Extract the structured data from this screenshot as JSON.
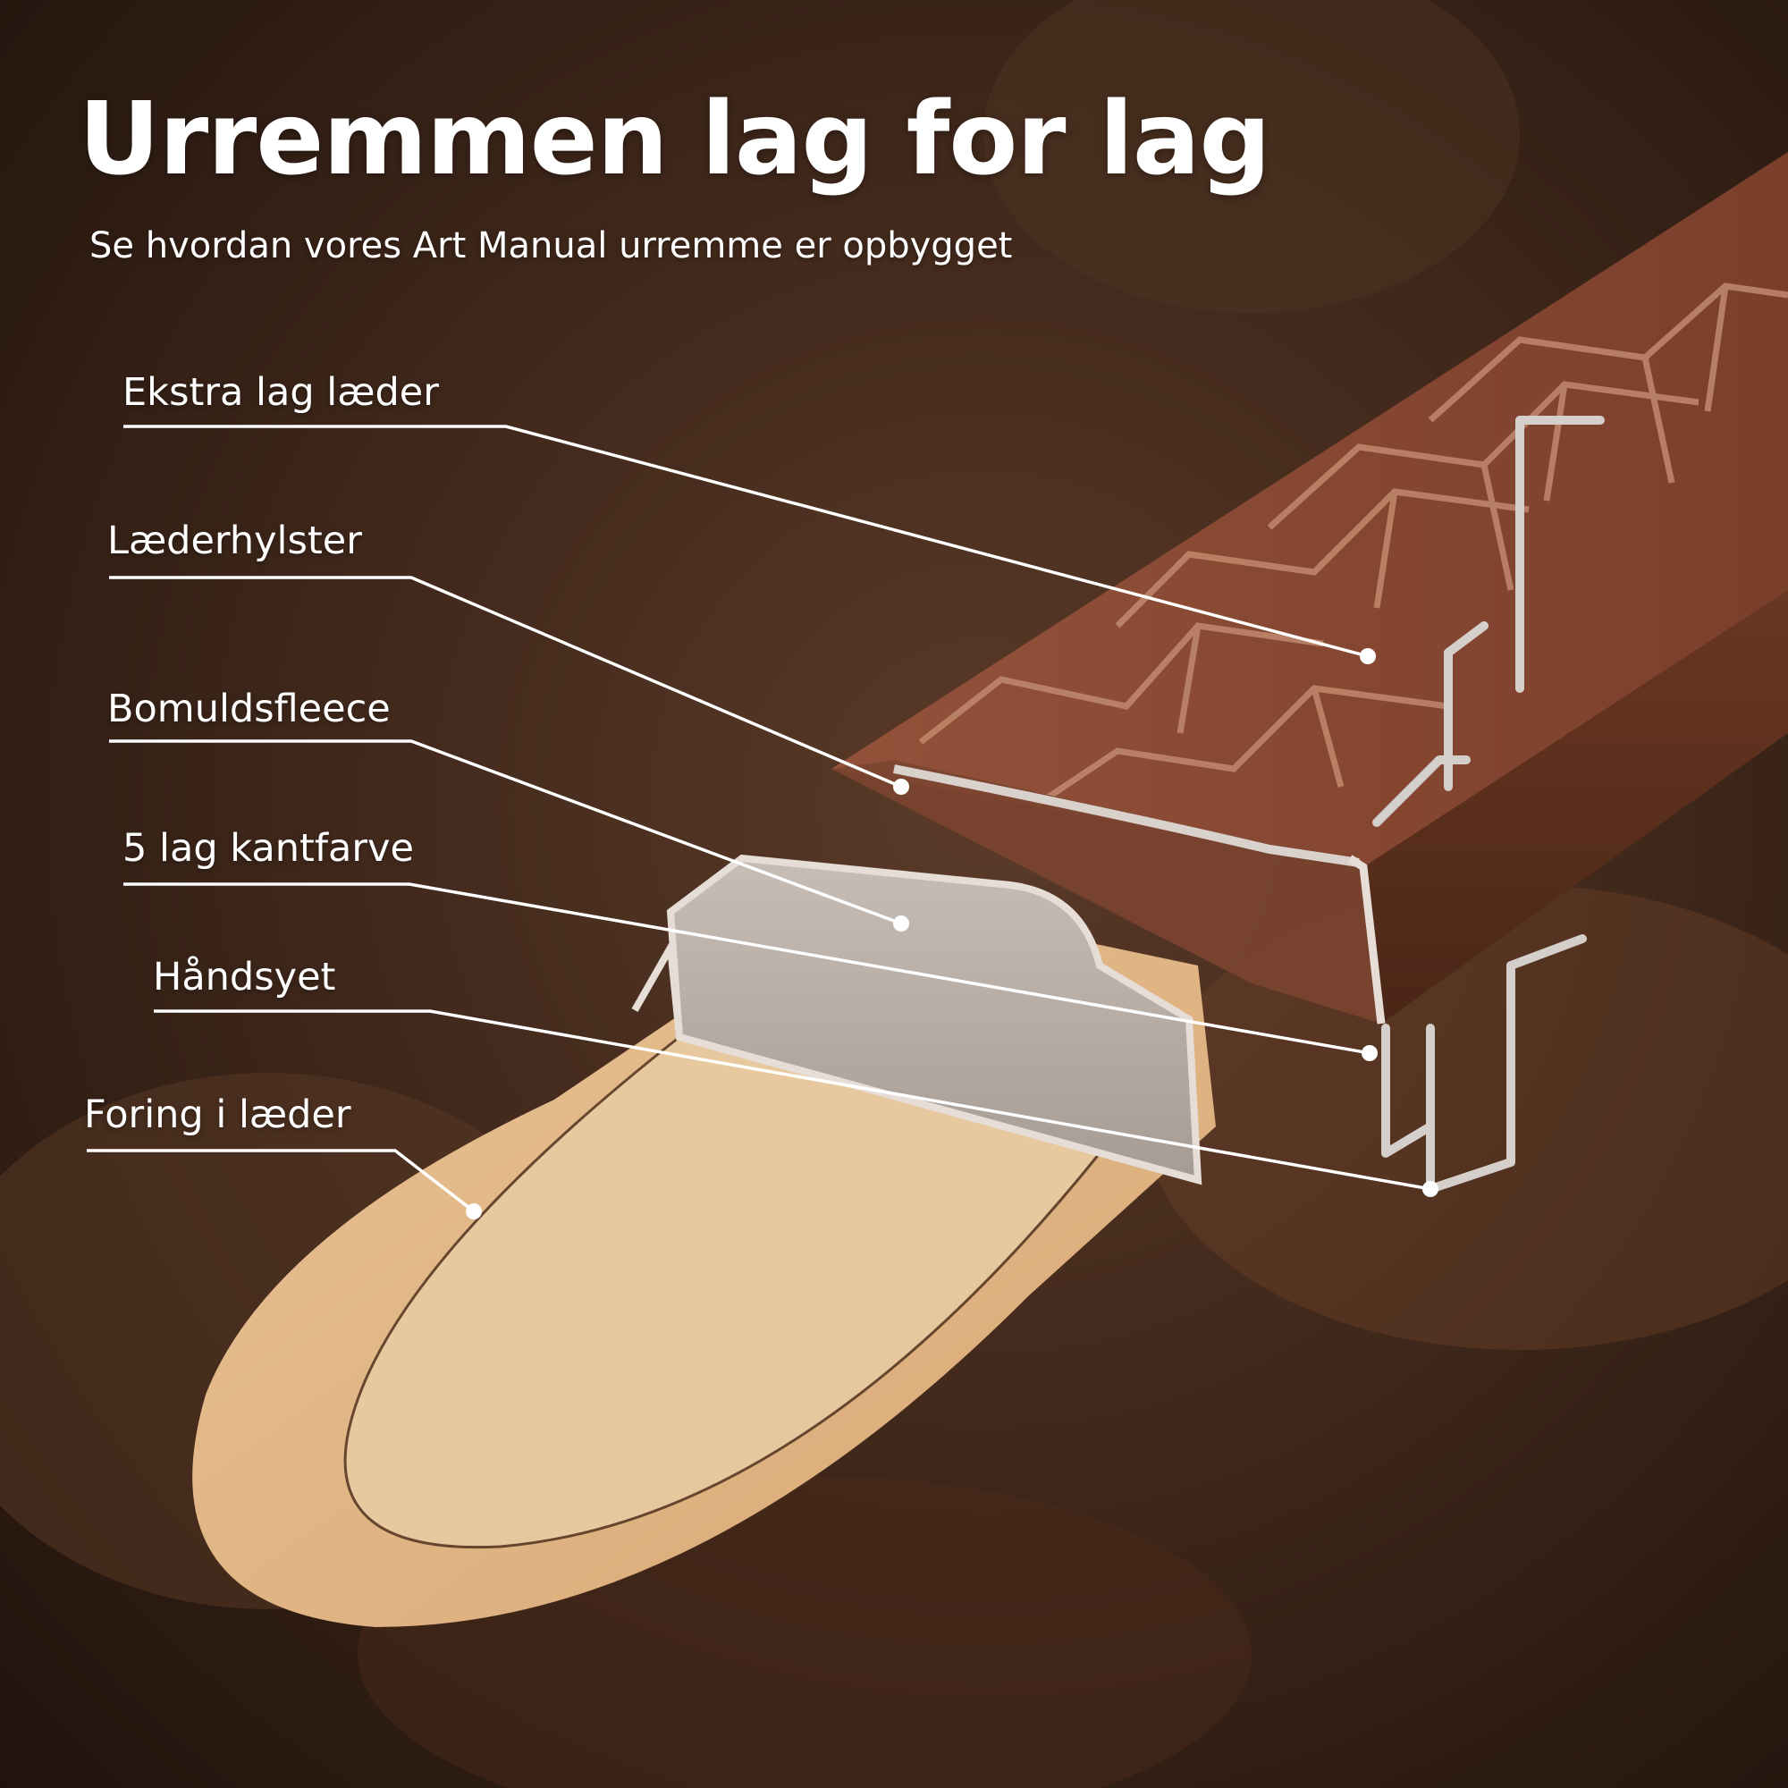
{
  "header": {
    "title": "Urremmen lag for lag",
    "subtitle": "Se hvordan vores Art Manual urremme er opbygget"
  },
  "callouts": [
    "Ekstra lag læder",
    "Læderhylster",
    "Bomuldsfleece",
    "5 lag kantfarve",
    "Håndsyet",
    "Foring i læder"
  ],
  "colors": {
    "text": "#ffffff",
    "leader_line": "#ffffff",
    "strap_top": "#8a4a33",
    "strap_side": "#5a2e1c",
    "lining": "#e2b88a",
    "fleece": "#b7aca3"
  }
}
